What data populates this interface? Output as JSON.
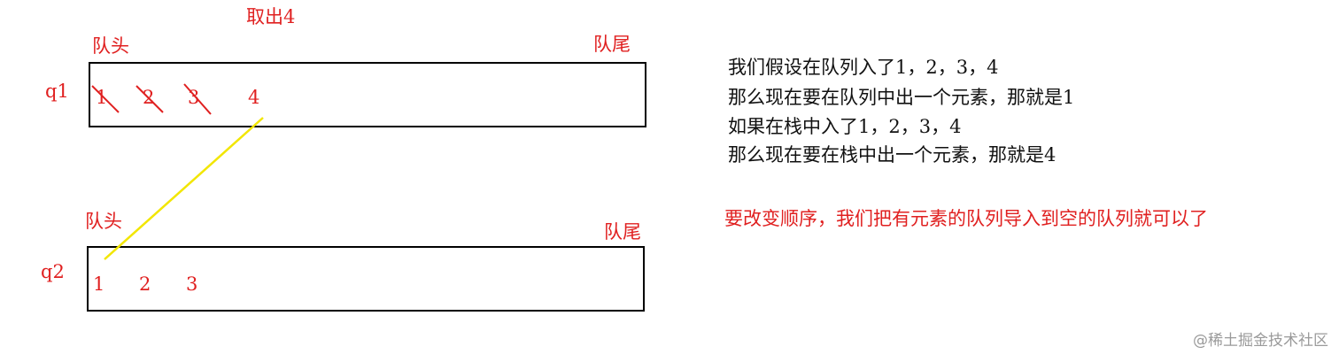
{
  "take_out_label": "取出4",
  "q1": {
    "name": "q1",
    "head": "队头",
    "tail": "队尾",
    "items": [
      "1",
      "2",
      "3",
      "4"
    ]
  },
  "q2": {
    "name": "q2",
    "head": "队头",
    "tail": "队尾",
    "items": [
      "1",
      "2",
      "3"
    ]
  },
  "notes": [
    "我们假设在队列入了1，2，3，4",
    "那么现在要在队列中出一个元素，那就是1",
    "如果在栈中入了1，2，3，4",
    "那么现在要在栈中出一个元素，那就是4"
  ],
  "conclusion": "要改变顺序，我们把有元素的队列导入到空的队列就可以了",
  "watermark": "@稀土掘金技术社区",
  "colors": {
    "annotation_red": "#e02020",
    "move_line_yellow": "#f2e600",
    "text": "#111111"
  }
}
